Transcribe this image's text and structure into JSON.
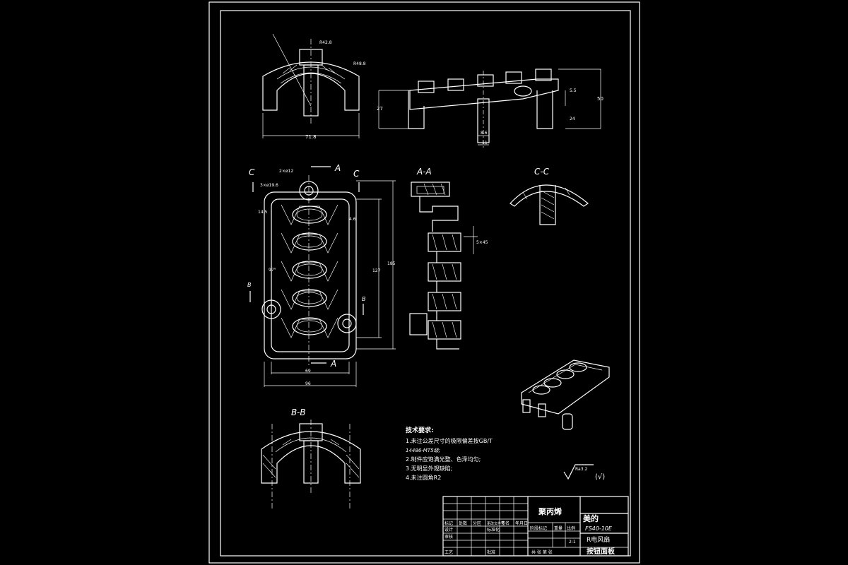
{
  "views": {
    "section_aa": "A-A",
    "section_cc": "C-C",
    "section_bb": "B-B",
    "cut_a": "A",
    "cut_b": "B",
    "cut_c": "C"
  },
  "dimensions": {
    "top_width": "71.8",
    "front_height": "27",
    "front_overall": "50",
    "front_small1": "5.5",
    "front_small2": "24",
    "front_bottom1": "8.6",
    "front_bottom2": "11",
    "plan_width_inner": "69",
    "plan_width_outer": "96",
    "plan_height_inner": "127",
    "plan_height_outer": "185",
    "plan_small1": "14.5",
    "plan_small2": "4.6",
    "plan_angle": "97°",
    "radius_top": "R42.8",
    "radius_side": "R48.8",
    "hole1": "2×ø12",
    "hole2": "3×ø19.6",
    "aa_dim": "5×45"
  },
  "tech_req": {
    "heading": "技术要求:",
    "item1": "1.未注公差尺寸的极限偏差按GB/T",
    "item1b": "14486-MT5级;",
    "item2": "2.制件应饱满光整、色泽均匀;",
    "item3": "3.无明显外观缺陷;",
    "item4": "4.未注圆角R2"
  },
  "roughness": "Ra3.2",
  "title_block": {
    "material": "聚丙烯",
    "company": "美的",
    "drawing_no": "FS40-10E",
    "product": "R电风扇",
    "part_name": "按钮面板",
    "scale": "2:1",
    "row_labels": [
      "标记",
      "处数",
      "分区",
      "更改文件号",
      "签名",
      "年月日"
    ],
    "col_designer": "设计",
    "col_check": "审核",
    "col_process": "工艺",
    "col_approve": "批准",
    "col_std": "标准化",
    "stage_mark": "阶段标记",
    "weight": "重量",
    "ratio": "比例",
    "sheet": "共 张 第 张"
  }
}
